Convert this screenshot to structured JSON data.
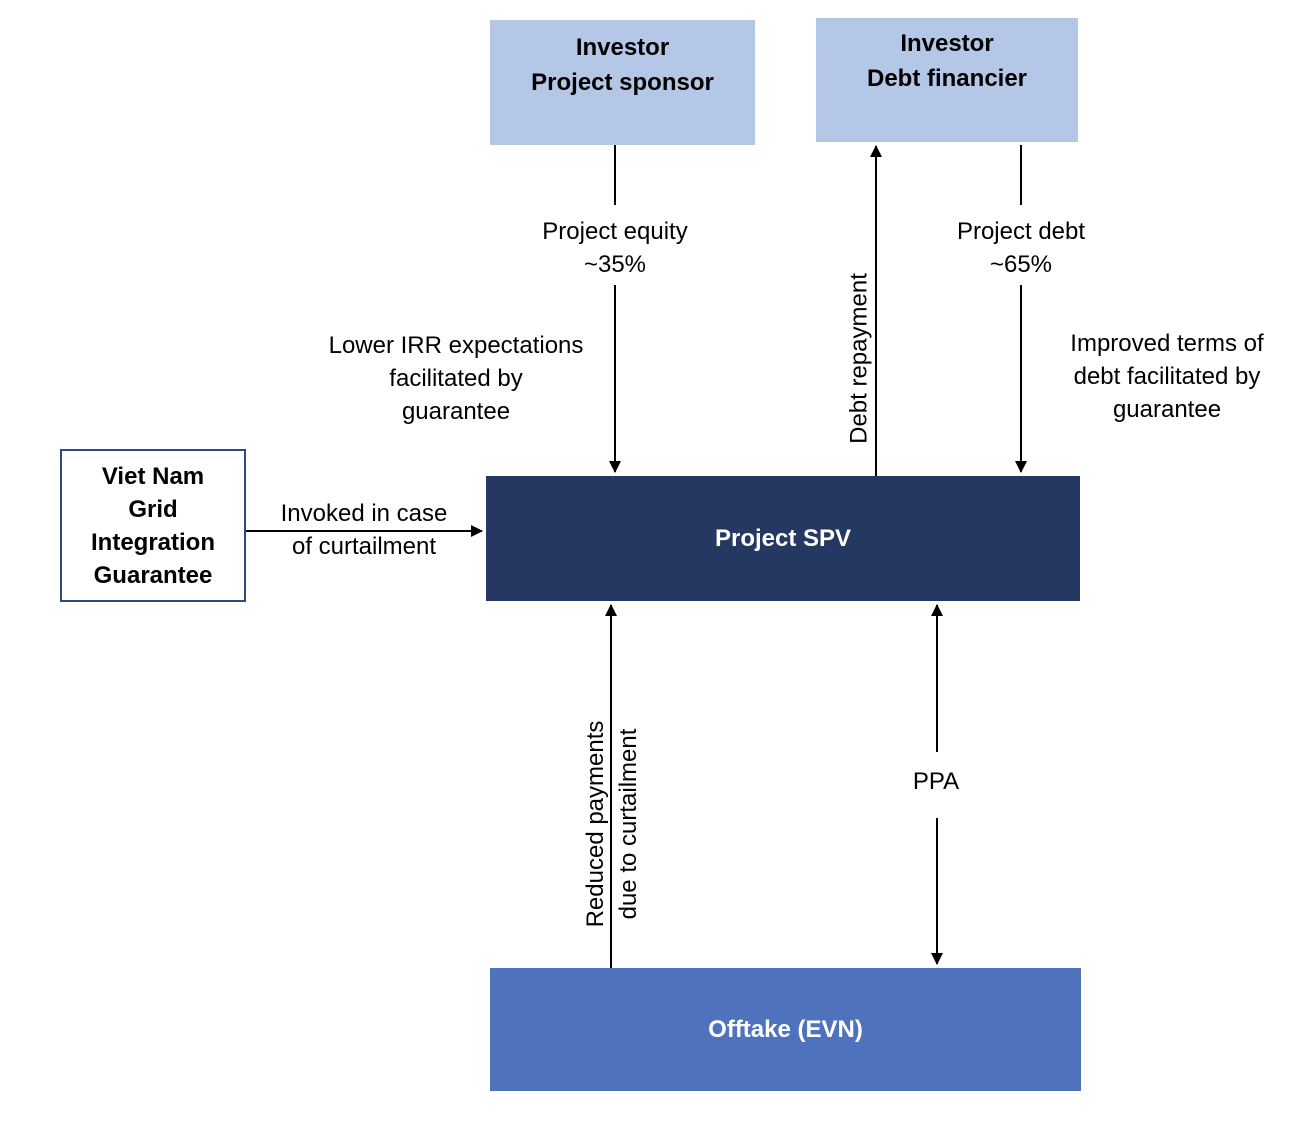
{
  "boxes": {
    "investor_sponsor": [
      "Investor",
      "Project sponsor"
    ],
    "investor_debt": [
      "Investor",
      "Debt financier"
    ],
    "spv": "Project SPV",
    "offtake": "Offtake (EVN)",
    "guarantee": [
      "Viet Nam",
      "Grid",
      "Integration",
      "Guarantee"
    ]
  },
  "labels": {
    "equity": [
      "Project equity",
      "~35%"
    ],
    "debt": [
      "Project debt",
      "~65%"
    ],
    "irr": [
      "Lower IRR expectations",
      "facilitated by",
      "guarantee"
    ],
    "improved_terms": [
      "Improved terms of",
      "debt facilitated by",
      "guarantee"
    ],
    "debt_repayment": "Debt repayment",
    "invoked": [
      "Invoked in case",
      "of curtailment"
    ],
    "reduced_payments": [
      "Reduced payments",
      "due to curtailment"
    ],
    "ppa": "PPA"
  },
  "colors": {
    "investor_fill": "#b4c7e7",
    "spv_fill": "#253862",
    "offtake_fill": "#4f72bd",
    "guarantee_border": "#2f4a7f"
  }
}
